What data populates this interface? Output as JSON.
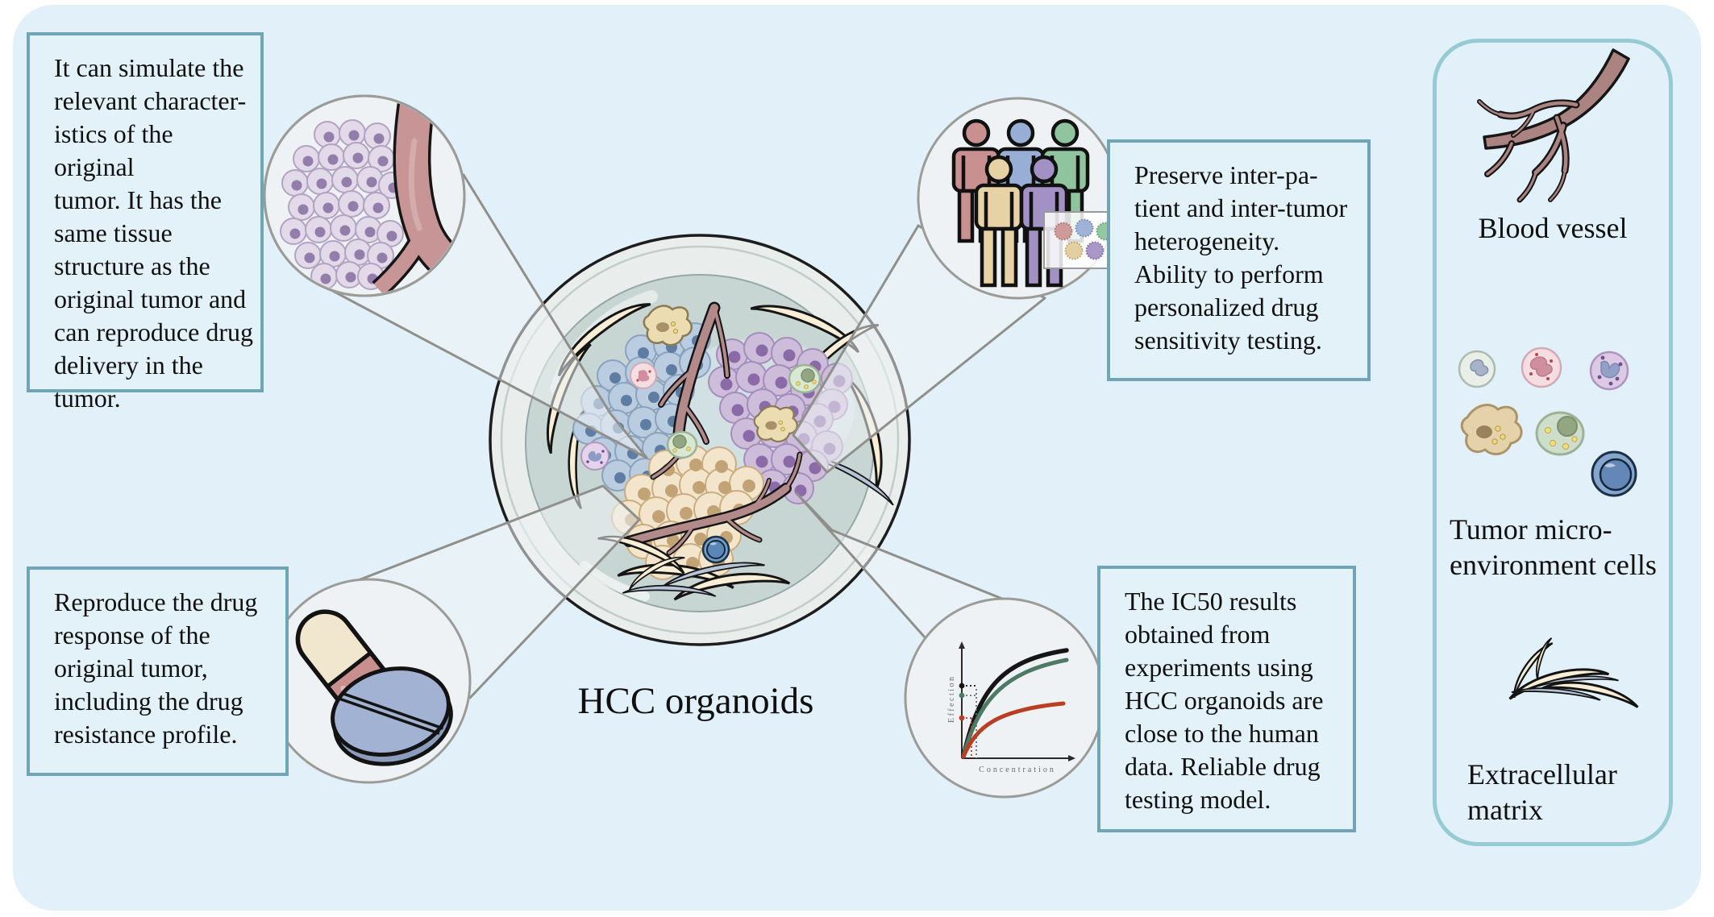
{
  "title": {
    "label": "HCC organoids"
  },
  "callouts": {
    "simulate": {
      "text": "It can simulate the\nrelevant character-\nistics of the original\ntumor. It has the\nsame tissue\nstructure as the\noriginal tumor and\ncan reproduce drug\ndelivery in the\ntumor."
    },
    "heterogeneity": {
      "text": "Preserve inter-pa-\ntient and inter-tumor\nheterogeneity.\nAbility to perform\npersonalized drug\nsensitivity testing."
    },
    "drug_response": {
      "text": "Reproduce the drug\nresponse of the\noriginal tumor,\nincluding the drug\nresistance profile."
    },
    "ic50": {
      "text": "The IC50 results\nobtained from\nexperiments using\nHCC organoids are\nclose to the human\ndata. Reliable drug\ntesting model."
    }
  },
  "sidebar": {
    "items": [
      {
        "label": "Blood vessel"
      },
      {
        "label": "Tumor micro-\nenvironment cells"
      },
      {
        "label": "Extracellular\nmatrix"
      }
    ]
  },
  "graph": {
    "type": "line",
    "xlabel": "Concentration",
    "ylabel": "Effection",
    "curve_colors": [
      "#151515",
      "#4c7a64",
      "#b83f24"
    ]
  },
  "icons": {
    "cells_vessel": "tumor-cells-with-vessel-icon",
    "patients": "patient-group-icon",
    "organoid_panel": "organoid-sample-panel-icon",
    "drugs": "capsule-and-tablet-icon",
    "dose_response": "dose-response-chart-icon",
    "petri_dish": "petri-dish-organoids-icon",
    "blood_vessel": "blood-vessel-icon",
    "tme_cells": "tumor-microenvironment-cells-icon",
    "ecm": "extracellular-matrix-icon"
  },
  "colors": {
    "panel_bg": "#e2f1f9",
    "callout_border": "#6fa5b5",
    "sidebar_border": "#97cbd4",
    "circle_border": "#9b9b97",
    "dish_media": "#c7d6d3",
    "vessel": "#b28a8a",
    "person_red": "#c99090",
    "person_blue": "#98aed4",
    "person_green": "#8fc49e",
    "person_tan": "#e6d2a4",
    "person_purple": "#a291c4",
    "capsule_cream": "#f1e6ce",
    "capsule_pink": "#c98f8f",
    "tablet_blue": "#a2b2d2"
  }
}
